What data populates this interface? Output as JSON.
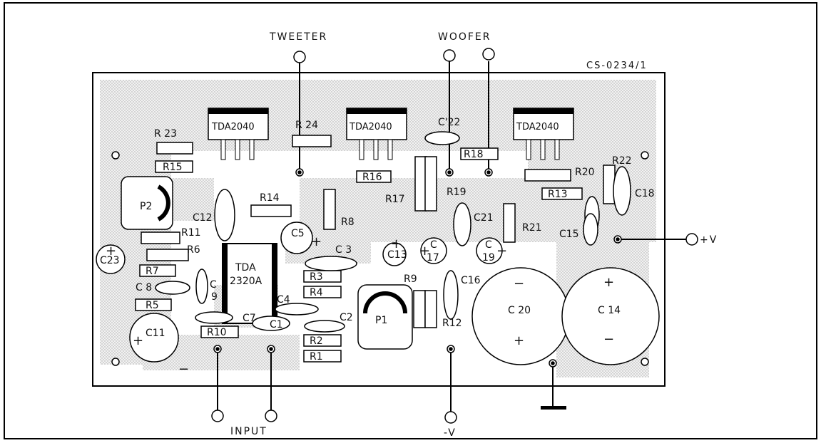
{
  "board": {
    "ref": "CS-0234/1"
  },
  "connectors": {
    "tweeter": "TWEETER",
    "woofer": "WOOFER",
    "input": "INPUT",
    "pos_v": "+V",
    "neg_v": "-V"
  },
  "ics": {
    "u1": "TDA2040",
    "u2": "TDA2040",
    "u3": "TDA2040",
    "u4_line1": "TDA",
    "u4_line2": "2320A"
  },
  "pots": {
    "p1": "P1",
    "p2": "P2"
  },
  "resistors": {
    "r1": "R1",
    "r2": "R2",
    "r3": "R3",
    "r4": "R4",
    "r5": "R5",
    "r6": "R6",
    "r7": "R7",
    "r8": "R8",
    "r9": "R9",
    "r10": "R10",
    "r11": "R11",
    "r12": "R12",
    "r13": "R13",
    "r14": "R14",
    "r15": "R15",
    "r16": "R16",
    "r17": "R17",
    "r18": "R18",
    "r19": "R19",
    "r20": "R20",
    "r21": "R21",
    "r22": "R22",
    "r23": "R 23",
    "r24": "R 24"
  },
  "capacitors": {
    "c1": "C1",
    "c2": "C2",
    "c3": "C 3",
    "c4": "C4",
    "c5": "C5",
    "c7": "C7",
    "c8": "C 8",
    "c9_a": "C",
    "c9_b": "9",
    "c11": "C11",
    "c12": "C12",
    "c13": "C13",
    "c14": "C 14",
    "c15": "C15",
    "c16": "C16",
    "c17_a": "C",
    "c17_b": "17",
    "c18": "C18",
    "c19_a": "C",
    "c19_b": "19",
    "c20": "C 20",
    "c21": "C21",
    "c22": "C'22",
    "c23": "C23"
  },
  "polarity": {
    "plus": "+",
    "minus": "−"
  }
}
